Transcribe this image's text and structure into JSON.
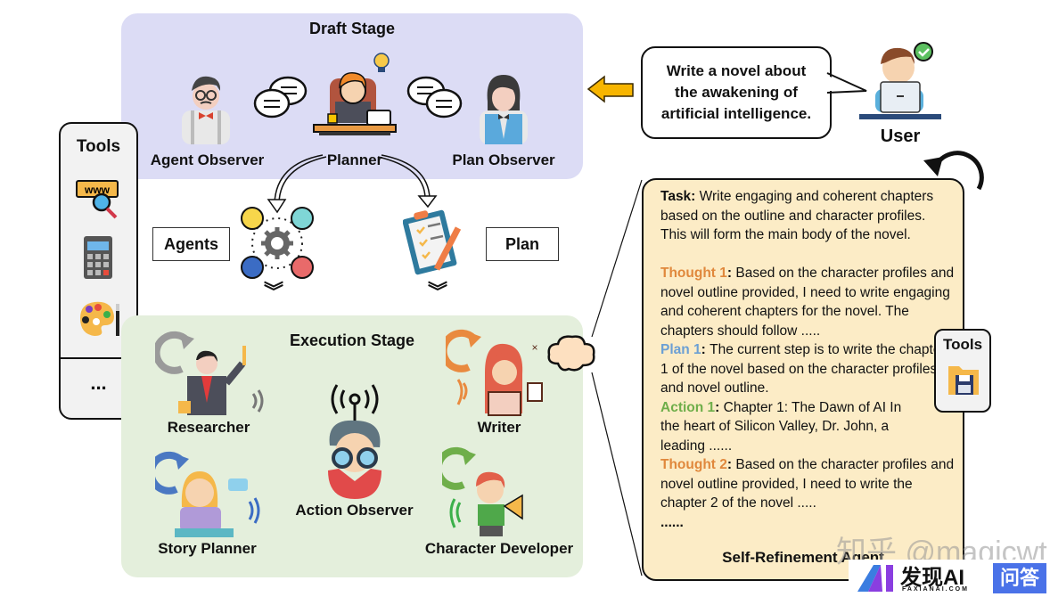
{
  "draft_stage": {
    "title": "Draft Stage",
    "roles": [
      {
        "label": "Agent Observer",
        "icon": "man-with-glasses-bowtie-icon"
      },
      {
        "label": "Planner",
        "icon": "planner-at-desk-with-lightbulb-icon"
      },
      {
        "label": "Plan Observer",
        "icon": "woman-with-vest-icon"
      }
    ]
  },
  "middle": {
    "agents_label": "Agents",
    "plan_label": "Plan",
    "agents_icon": "team-gear-network-icon",
    "plan_icon": "clipboard-checklist-pencil-icon"
  },
  "tools_panel": {
    "title": "Tools",
    "items": [
      "web-search-icon",
      "calculator-icon",
      "paint-palette-icon"
    ],
    "more_label": "..."
  },
  "execution_stage": {
    "title": "Execution Stage",
    "roles": [
      {
        "label": "Researcher",
        "cycle_color": "#9a9a9a"
      },
      {
        "label": "Writer",
        "cycle_color": "#e98a3f"
      },
      {
        "label": "Action Observer",
        "cycle_color": ""
      },
      {
        "label": "Story Planner",
        "cycle_color": "#4a78c2"
      },
      {
        "label": "Character Developer",
        "cycle_color": "#6fae4a"
      }
    ]
  },
  "user": {
    "label": "User",
    "request": "Write a novel about the awakening of artificial intelligence."
  },
  "self_refinement_agent": {
    "title": "Self-Refinement Agent",
    "task_label": "Task:",
    "task_text": " Write engaging and coherent chapters based on the outline and character profiles. This will form the main body of the novel.",
    "steps": [
      {
        "label": "Thought 1",
        "type": "thought",
        "text": "Based on the character profiles and novel outline provided, I need to write engaging and coherent chapters for the novel. The chapters should follow ....."
      },
      {
        "label": "Plan 1",
        "type": "plan",
        "text": " The current step is to write the chapter 1 of the novel based on the character profiles and novel outline."
      },
      {
        "label": "Action 1",
        "type": "action",
        "text": "Chapter 1: The Dawn of AI In the heart of Silicon Valley, Dr. John, a leading ......"
      },
      {
        "label": "Thought 2",
        "type": "thought",
        "text": "Based on the character profiles and novel outline provided, I need to write the chapter 2 of the novel  ....."
      }
    ],
    "ellipsis": "......",
    "tools_label": "Tools",
    "tools_icon": "folder-save-icon"
  },
  "colors": {
    "draft_bg": "#dcdcf5",
    "exec_bg": "#e4efdc",
    "agent_bg": "#fcecc6",
    "thought": "#e0883c",
    "plan": "#6b9fd4",
    "action": "#6fae4a",
    "arrow_yellow": "#f7b500"
  },
  "watermark": {
    "text": "知乎 @magicwt",
    "brand": "发现AI",
    "brand_sub": "FAXIANAI.COM",
    "badge": "问答"
  }
}
